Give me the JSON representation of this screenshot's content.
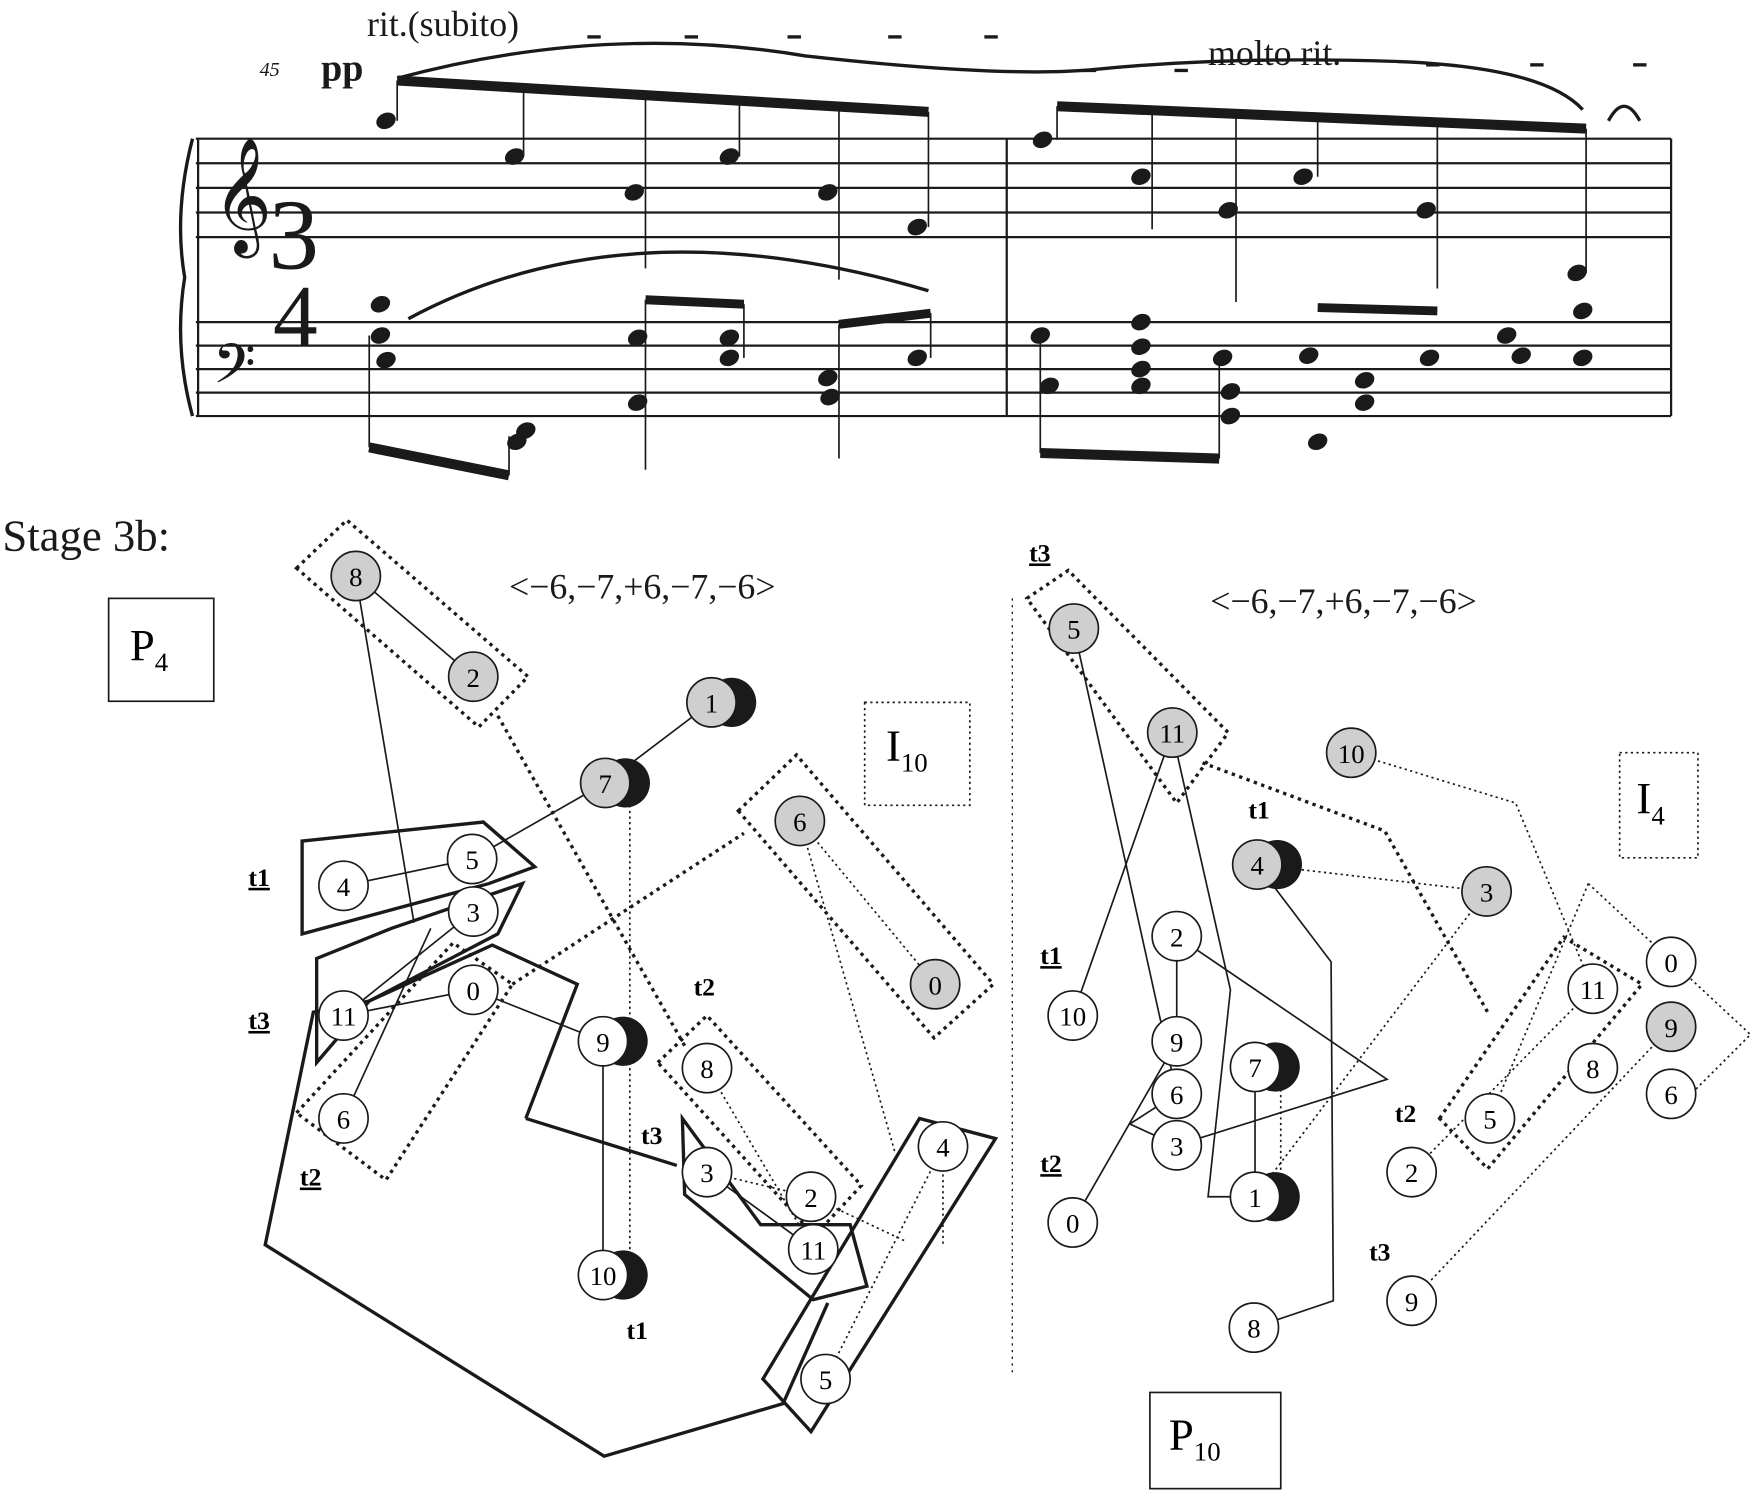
{
  "score": {
    "measure_number": "45",
    "dynamic": "pp",
    "tempo_1": "rit.(subito)",
    "tempo_2": "molto rit.",
    "time_sig_top": "3",
    "time_sig_bottom": "4",
    "treble_clef": "𝄞",
    "bass_clef": "𝄢"
  },
  "stage_label": "Stage 3b:",
  "left": {
    "interval_series": "<−6,−7,+6,−7,−6>",
    "row_label": {
      "letter": "P",
      "sub": "4"
    },
    "inv_label": {
      "letter": "I",
      "sub": "10"
    },
    "t_labels": [
      "t1",
      "t3",
      "t2",
      "t2",
      "t3",
      "t1"
    ],
    "nodes": [
      {
        "label": "8",
        "shade": "gray"
      },
      {
        "label": "2",
        "shade": "gray"
      },
      {
        "label": "1",
        "shade": "gray",
        "crescent": true
      },
      {
        "label": "7",
        "shade": "gray",
        "crescent": true
      },
      {
        "label": "6",
        "shade": "gray"
      },
      {
        "label": "0",
        "shade": "gray"
      },
      {
        "label": "4",
        "shade": "white"
      },
      {
        "label": "5",
        "shade": "white"
      },
      {
        "label": "3",
        "shade": "white"
      },
      {
        "label": "11",
        "shade": "white"
      },
      {
        "label": "0",
        "shade": "white"
      },
      {
        "label": "6",
        "shade": "white"
      },
      {
        "label": "9",
        "shade": "white",
        "crescent": true
      },
      {
        "label": "8",
        "shade": "white"
      },
      {
        "label": "3",
        "shade": "white"
      },
      {
        "label": "2",
        "shade": "white"
      },
      {
        "label": "11",
        "shade": "white"
      },
      {
        "label": "4",
        "shade": "white"
      },
      {
        "label": "10",
        "shade": "white",
        "crescent": true
      },
      {
        "label": "5",
        "shade": "white"
      }
    ]
  },
  "right": {
    "interval_series": "<−6,−7,+6,−7,−6>",
    "row_label": {
      "letter": "P",
      "sub": "10"
    },
    "inv_label": {
      "letter": "I",
      "sub": "4"
    },
    "t_labels": [
      "t3",
      "t1",
      "t1",
      "t2",
      "t2",
      "t3"
    ],
    "nodes": [
      {
        "label": "5",
        "shade": "gray"
      },
      {
        "label": "11",
        "shade": "gray"
      },
      {
        "label": "10",
        "shade": "gray"
      },
      {
        "label": "4",
        "shade": "gray",
        "crescent": true
      },
      {
        "label": "3",
        "shade": "gray"
      },
      {
        "label": "2",
        "shade": "white"
      },
      {
        "label": "10",
        "shade": "white"
      },
      {
        "label": "9",
        "shade": "white"
      },
      {
        "label": "6",
        "shade": "white"
      },
      {
        "label": "3",
        "shade": "white"
      },
      {
        "label": "7",
        "shade": "white",
        "crescent": true
      },
      {
        "label": "1",
        "shade": "white",
        "crescent": true
      },
      {
        "label": "0",
        "shade": "white"
      },
      {
        "label": "8",
        "shade": "white"
      },
      {
        "label": "0",
        "shade": "white"
      },
      {
        "label": "11",
        "shade": "white"
      },
      {
        "label": "9",
        "shade": "gray"
      },
      {
        "label": "8",
        "shade": "white"
      },
      {
        "label": "6",
        "shade": "white"
      },
      {
        "label": "5",
        "shade": "white"
      },
      {
        "label": "2",
        "shade": "white"
      },
      {
        "label": "9",
        "shade": "white"
      }
    ]
  },
  "colors": {
    "gray_fill": "#cfcfcf",
    "ink": "#1a1a1a"
  }
}
